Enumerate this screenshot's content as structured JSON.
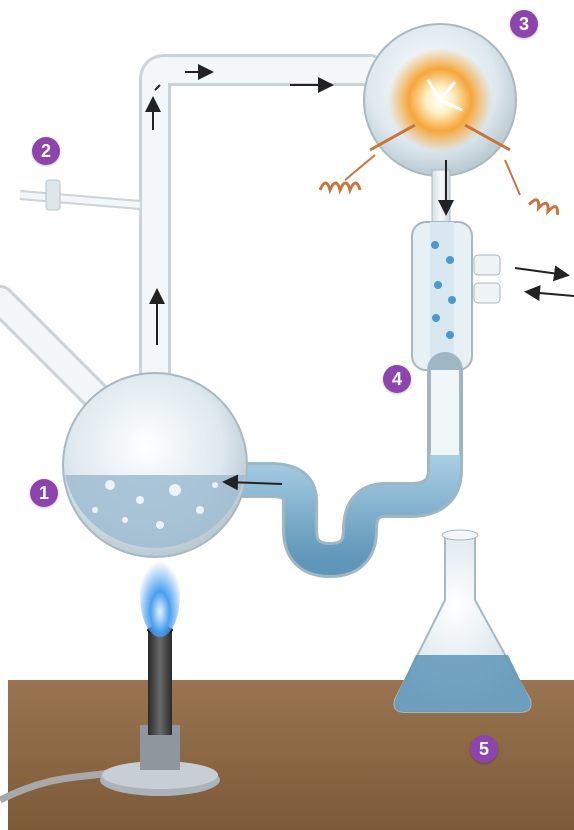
{
  "markers": [
    {
      "id": "1",
      "label": "1",
      "part": "boiling-flask"
    },
    {
      "id": "2",
      "label": "2",
      "part": "stopcock-valve"
    },
    {
      "id": "3",
      "label": "3",
      "part": "spark-chamber"
    },
    {
      "id": "4",
      "label": "4",
      "part": "condenser"
    },
    {
      "id": "5",
      "label": "5",
      "part": "collection-flask"
    }
  ],
  "colors": {
    "marker": "#8e44ad",
    "table": "#8a6440",
    "water": "#7fb6d6",
    "glass": "#e9eff2",
    "flame": "#3a8fe0",
    "spark": "#f39a1e",
    "arrow": "#222222"
  },
  "icons": {
    "flow_arrow": "arrow-icon",
    "burner": "bunsen-burner-icon",
    "electrode": "coil-electrode-icon"
  }
}
